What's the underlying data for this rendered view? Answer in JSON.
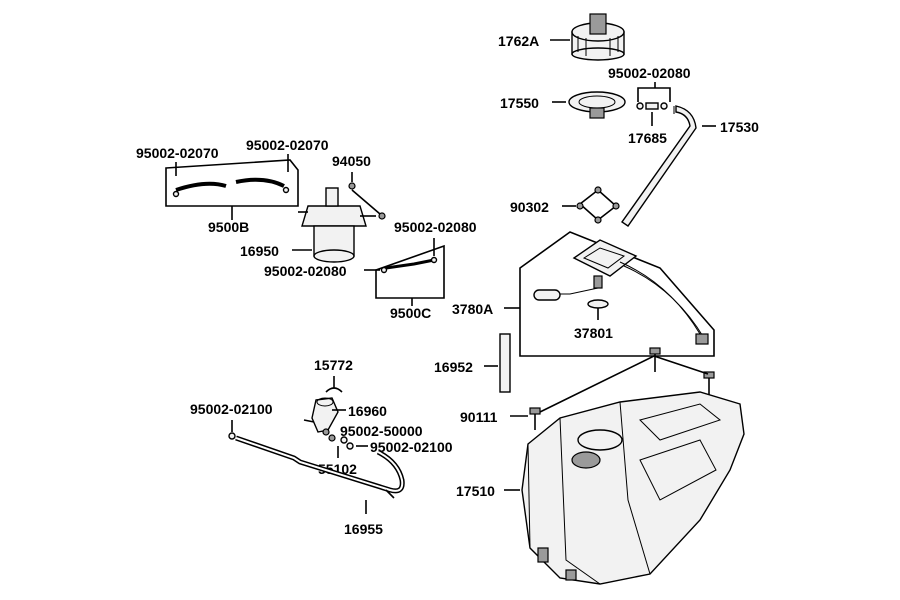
{
  "diagram": {
    "labels": {
      "p1762A": "1762A",
      "p17550": "17550",
      "p95002_02080_top": "95002-02080",
      "p17685": "17685",
      "p17530": "17530",
      "p90302": "90302",
      "p3780A": "3780A",
      "p37801": "37801",
      "p95002_02070_left": "95002-02070",
      "p95002_02070_right": "95002-02070",
      "p94050": "94050",
      "p9500B": "9500B",
      "p16950": "16950",
      "p95002_02080_mid": "95002-02080",
      "p95002_02080_left": "95002-02080",
      "p9500C": "9500C",
      "p16952": "16952",
      "p90111": "90111",
      "p15772": "15772",
      "p16960": "16960",
      "p95002_02100_left": "95002-02100",
      "p95002_50000": "95002-50000",
      "p95002_02100_right": "95002-02100",
      "p55102": "55102",
      "p16955": "16955",
      "p17510": "17510"
    }
  }
}
